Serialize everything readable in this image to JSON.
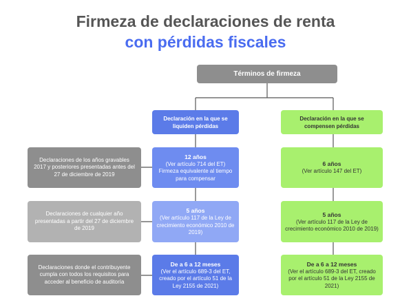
{
  "title": {
    "line1": "Firmeza de declaraciones de renta",
    "line2": "con pérdidas fiscales"
  },
  "root": {
    "label": "Términos de firmeza"
  },
  "left_branch": {
    "header": "Declaración en la que se liquiden pérdidas",
    "items": [
      {
        "heading": "12 años",
        "body": "(Ver artículo 714 del ET) Firmeza equivalente al tiempo para compensar"
      },
      {
        "heading": "5 años",
        "body": "(Ver artículo 117 de la Ley de crecimiento económico 2010 de 2019)"
      },
      {
        "heading": "De a 6 a 12 meses",
        "body": "(Ver el artículo 689-3 del ET, creado por el artículo 51 de la Ley 2155 de 2021)"
      }
    ]
  },
  "right_branch": {
    "header": "Declaración en la que se compensen pérdidas",
    "items": [
      {
        "heading": "6 años",
        "body": "(Ver artículo 147 del ET)"
      },
      {
        "heading": "5 años",
        "body": "(Ver artículo 117 de la Ley de crecimiento económico 2010 de 2019)"
      },
      {
        "heading": "De a 6 a 12 meses",
        "body": "(Ver el artículo 689-3 del ET, creado por el artículo 51 de la Ley 2155 de 2021)"
      }
    ]
  },
  "conditions": [
    "Declaraciones de los años gravables 2017 y posteriores presentadas antes del 27 de diciembre de 2019",
    "Declaraciones de cualquier año presentadas a partir del 27 de diciembre de 2019",
    "Declaraciones donde el contribuyente cumpla con todos los requisitos para acceder al beneficio de auditoría"
  ],
  "colors": {
    "title_dark": "#555555",
    "title_accent": "#4a6cf0",
    "root_bg": "#8e8e8e",
    "blue_header": "#5b7be8",
    "blue_item1": "#6e8cf0",
    "blue_item2": "#90a8f5",
    "blue_item3": "#5b7be8",
    "green": "#a8f06e",
    "gray_dark": "#8e8e8e",
    "gray_light": "#b2b2b2",
    "connector": "#555555"
  }
}
